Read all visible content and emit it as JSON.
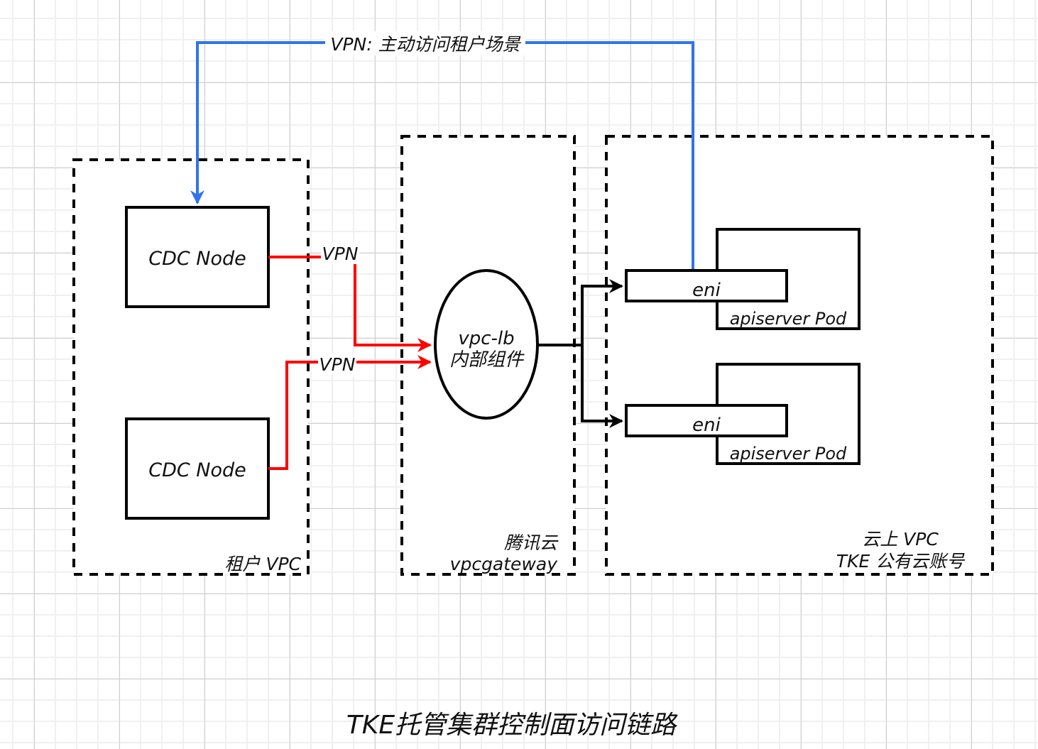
{
  "title": "TKE托管集群控制面访问链路",
  "colors": {
    "vpn_blue": "#2f74eb",
    "vpn_red": "#ff0000",
    "line_black": "#000000"
  },
  "groups": {
    "tenant_vpc": {
      "label": "租户 VPC"
    },
    "vpcgateway": {
      "label_line1": "腾讯云",
      "label_line2": "vpcgateway"
    },
    "cloud_vpc": {
      "label_line1": "云上 VPC",
      "label_line2": "TKE 公有云账号"
    }
  },
  "nodes": {
    "cdc_node_1": "CDC Node",
    "cdc_node_2": "CDC Node",
    "vpc_lb": {
      "line1": "vpc-lb",
      "line2": "内部组件"
    },
    "apiserver_pod_1": {
      "label": "apiserver Pod",
      "eni": "eni"
    },
    "apiserver_pod_2": {
      "label": "apiserver Pod",
      "eni": "eni"
    }
  },
  "edges": {
    "vpn_active": "VPN: 主动访问租户场景",
    "vpn_1": "VPN",
    "vpn_2": "VPN"
  }
}
